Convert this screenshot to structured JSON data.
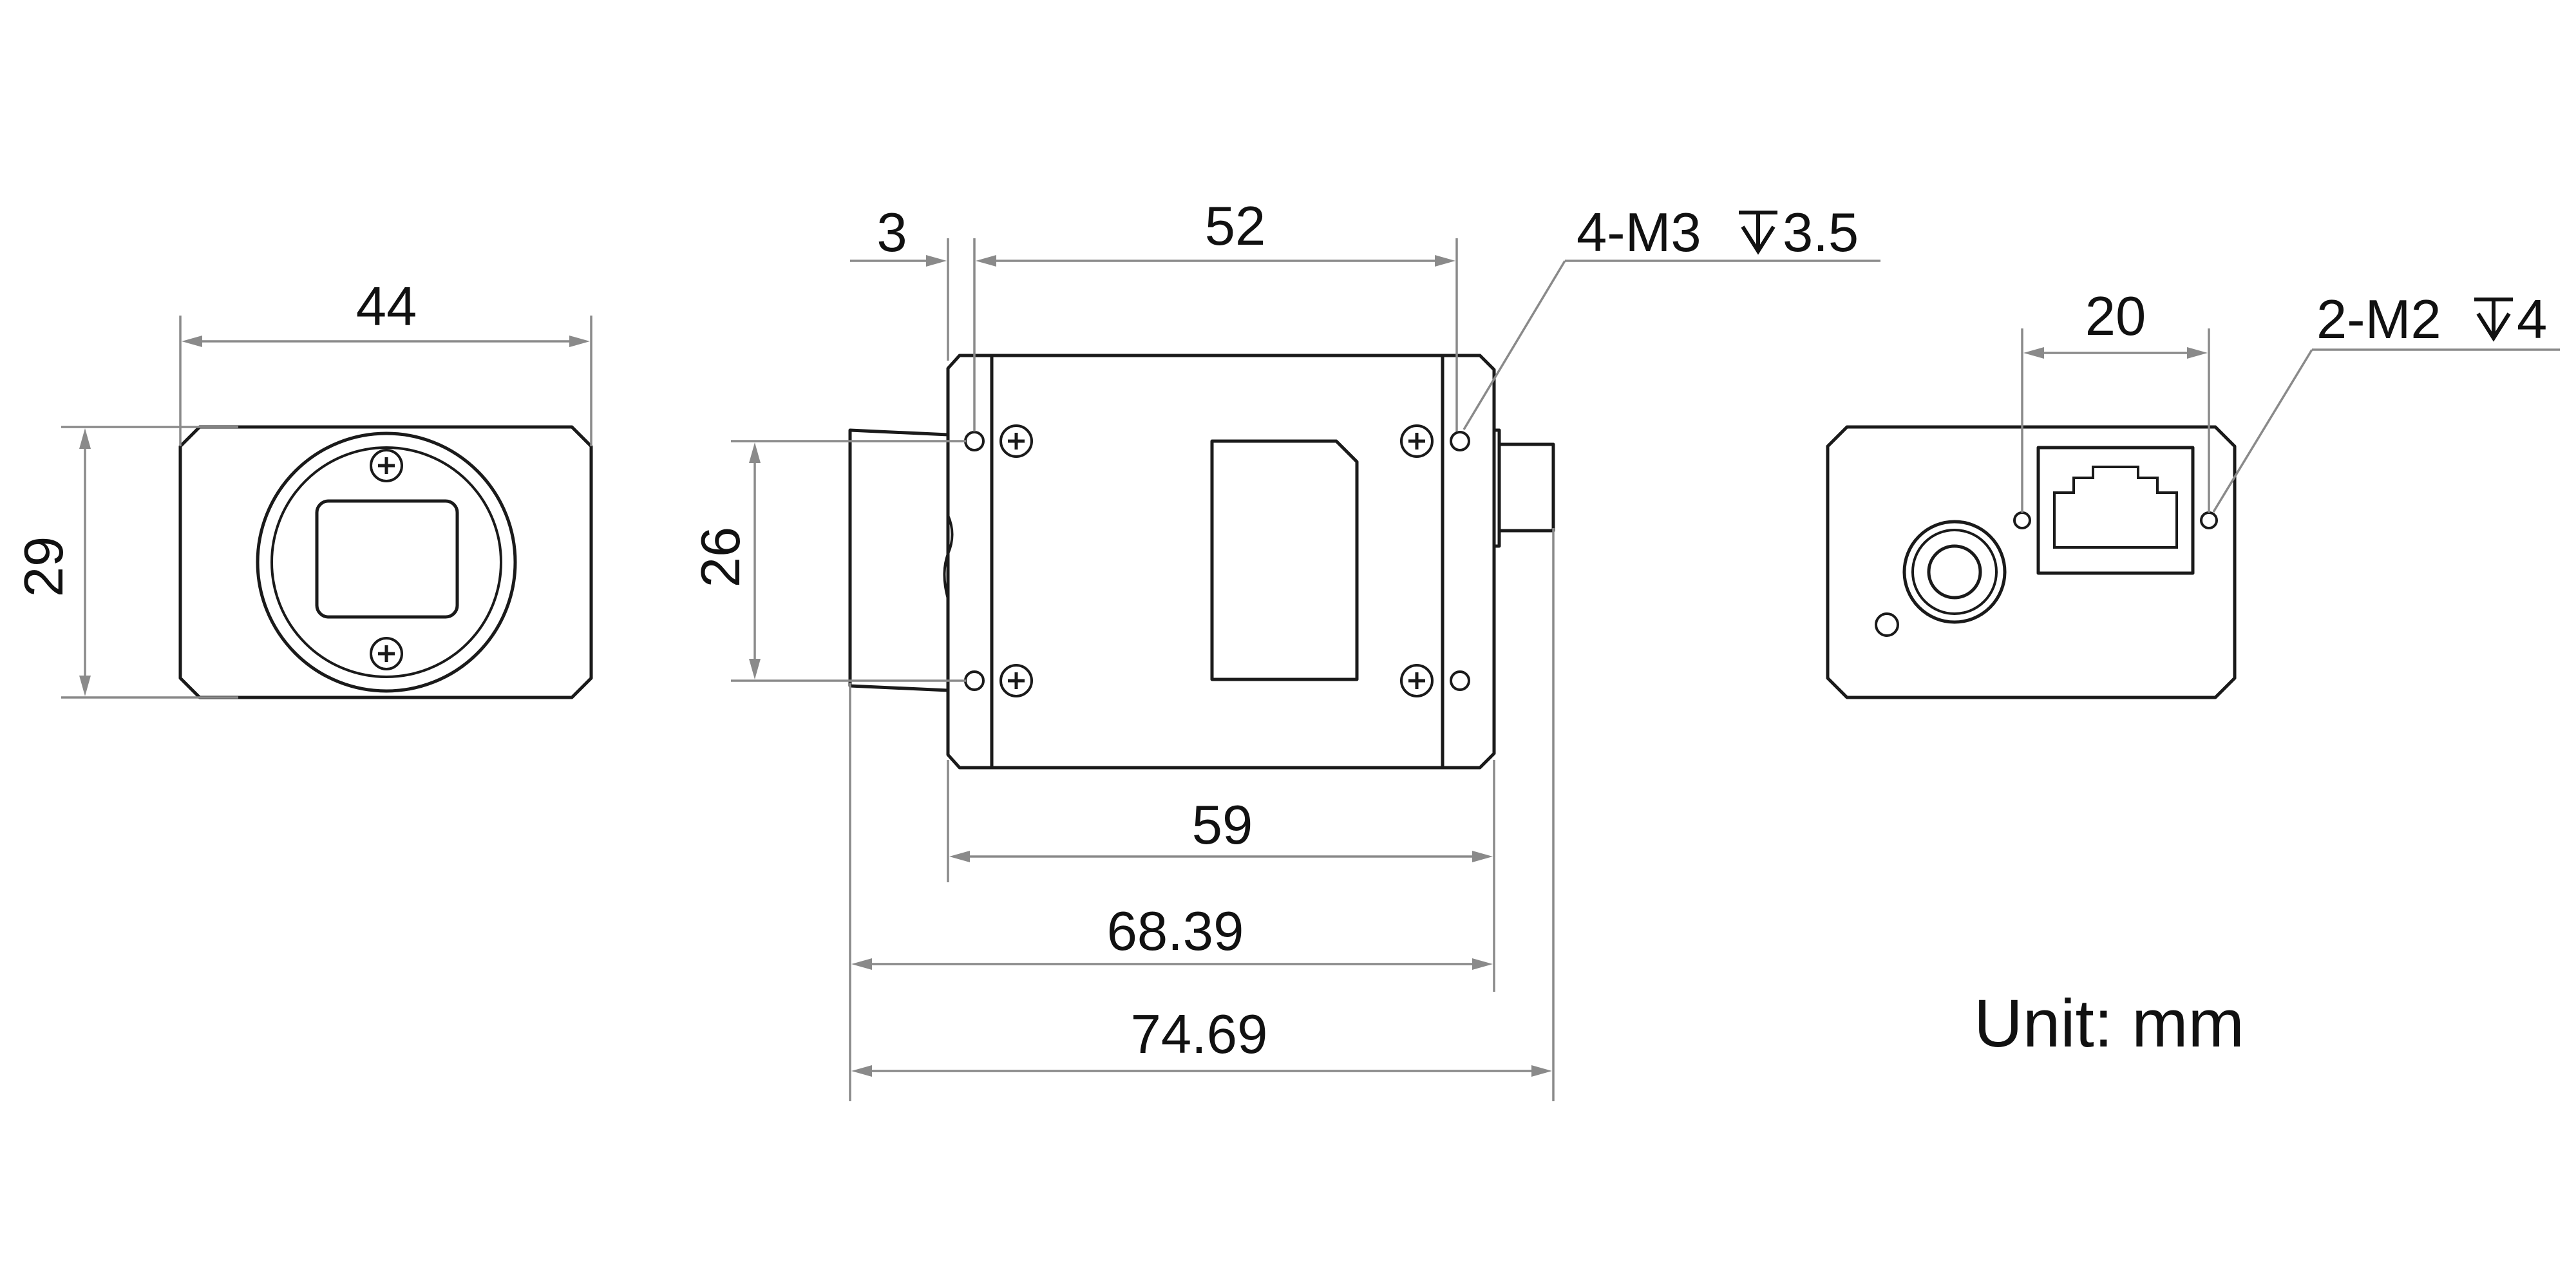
{
  "dimensions": {
    "front_width": "44",
    "front_height": "29",
    "side_flange": "3",
    "side_hole_spacing": "52",
    "side_height": "26",
    "side_body_length": "59",
    "side_length_with_mount": "68.39",
    "side_total_length": "74.69",
    "rear_hole_spacing": "20"
  },
  "annotations": {
    "side_holes": "4-M3",
    "side_holes_depth": "3.5",
    "rear_holes": "2-M2",
    "rear_holes_depth": "4"
  },
  "unit_label": "Unit: mm",
  "colors": {
    "outline": "#1a1a1a",
    "dimension": "#8a8a8a"
  }
}
